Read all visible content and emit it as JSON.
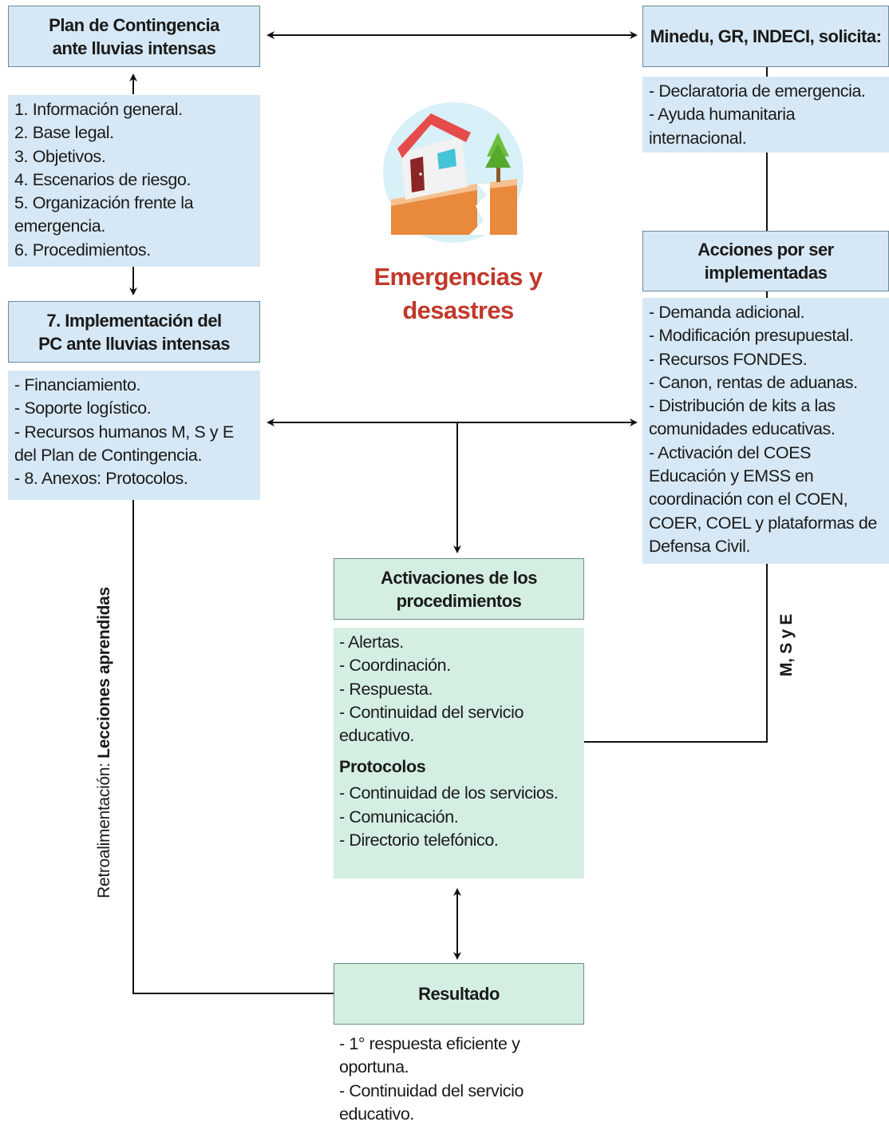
{
  "plan_header": "Plan de Contingencia\nante lluvias intensas",
  "plan_items": "1. Información general.\n2. Base legal.\n3. Objetivos.\n4. Escenarios de riesgo.\n5. Organización frente la\nemergencia.\n6. Procedimientos.",
  "impl_header": "7. Implementación del\nPC ante lluvias intensas",
  "impl_items": "- Financiamiento.\n- Soporte logístico.\n- Recursos humanos M, S y E\ndel Plan de Contingencia.\n- 8. Anexos: Protocolos.",
  "minedu_header": "Minedu, GR, INDECI, solicita:",
  "minedu_items": "- Declaratoria de emergencia.\n- Ayuda humanitaria\ninternacional.",
  "acciones_header": "Acciones por ser\nimplementadas",
  "acciones_items": "- Demanda adicional.\n- Modificación presupuestal.\n- Recursos FONDES.\n- Canon, rentas de aduanas.\n- Distribución de kits a las\ncomunidades educativas.\n- Activación del COES\nEducación y EMSS en\ncoordinación con el COEN,\nCOER, COEL y plataformas de\nDefensa Civil.",
  "center_title": "Emergencias y\ndesastres",
  "activaciones_header": "Activaciones de los\nprocedimientos",
  "activaciones_items": "- Alertas.\n- Coordinación.\n- Respuesta.\n- Continuidad del servicio\neducativo.",
  "protocolos_title": "Protocolos",
  "protocolos_items": "- Continuidad de los servicios.\n- Comunicación.\n- Directorio telefónico.",
  "resultado_header": "Resultado",
  "resultado_items": "- 1° respuesta eficiente y\noportuna.\n- Continuidad del servicio\neducativo.",
  "feedback_label_prefix": "Retroalimentación: ",
  "feedback_label_bold": "Lecciones aprendidas",
  "msye_label": "M, S y E",
  "icon_name": "house-earthquake-icon",
  "colors": {
    "blue_fill": "#d6e8f5",
    "green_fill": "#d4efe2",
    "title_red": "#c0392b"
  }
}
